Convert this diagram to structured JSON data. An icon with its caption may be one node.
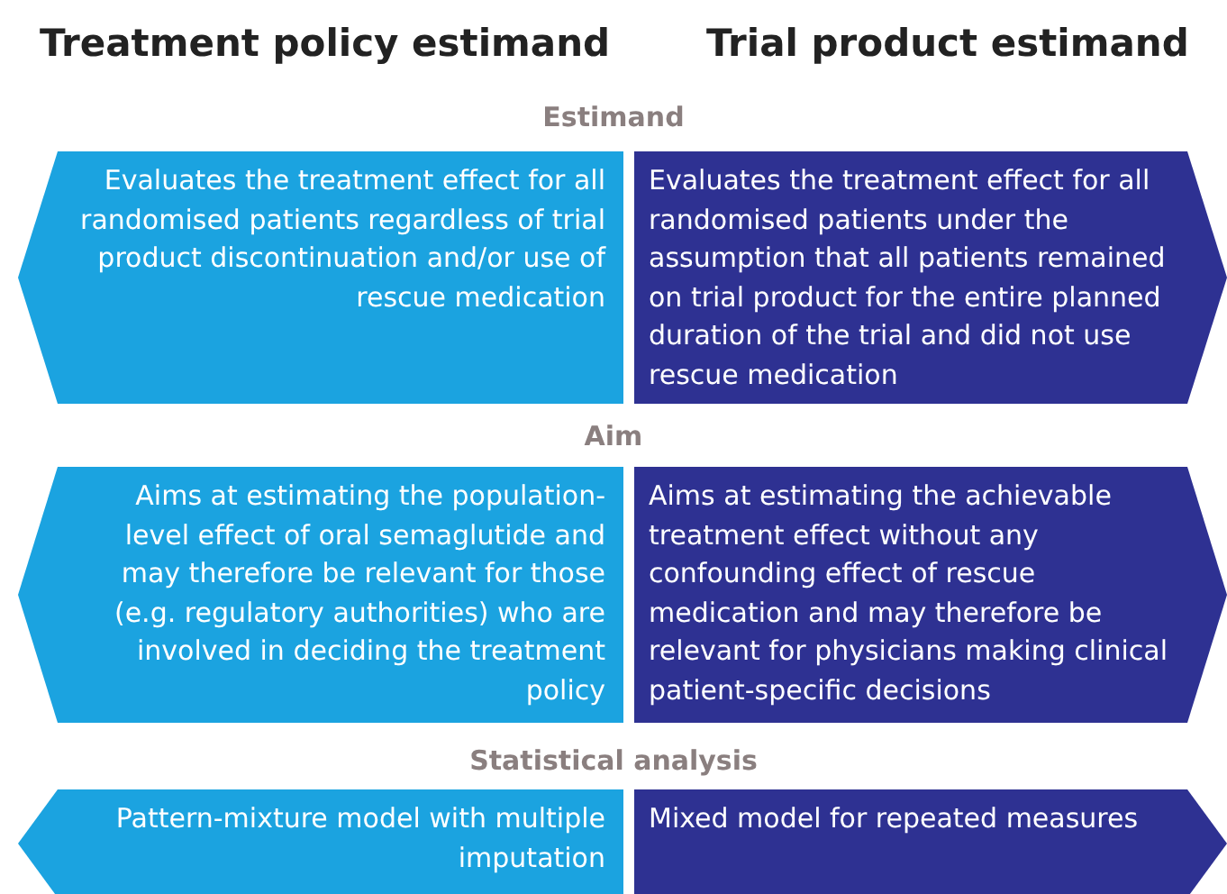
{
  "diagram": {
    "nodes": [
      {
        "text": [
          "Evaluates the treatment effect for all randomised patients regardless of trial product discontinuation and/or use of rescue medication"
        ]
      },
      {
        "text": [
          "Evaluates the treatment effect for all randomised patients under the assumption that all patients remained on trial product for the entire planned duration of the trial and did not use rescue medication"
        ]
      },
      {
        "text": [
          "Aims at estimating the population-level effect of oral semaglutide and may therefore be relevant for those (e.g. regulatory authorities) who are involved in deciding the treatment policy"
        ]
      },
      {
        "text": [
          "Aims at estimating the achievable treatment effect without any confounding effect of rescue medication and may therefore be relevant for physicians making clinical patient-specific decisions"
        ]
      },
      {
        "text": [
          "Pattern-mixture model with multiple imputation"
        ]
      },
      {
        "text": [
          "Mixed model for repeated measures"
        ]
      }
    ],
    "edges": [],
    "labels": [
      "Treatment policy estimand",
      "Trial product estimand",
      "Estimand",
      "Aim",
      "Statistical analysis"
    ]
  }
}
